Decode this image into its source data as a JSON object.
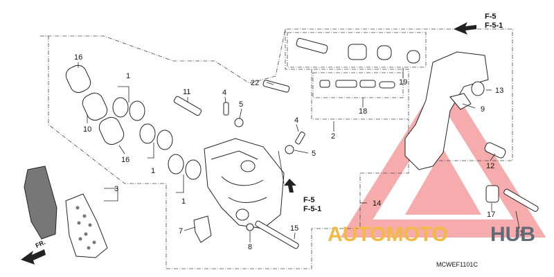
{
  "diagram": {
    "code": "MCWEF1101C",
    "direction_label": "FR.",
    "ref_top": [
      "F-5",
      "F-5-1"
    ],
    "ref_mid": [
      "F-5",
      "F-5-1"
    ],
    "labels": [
      {
        "id": "l16a",
        "text": "16"
      },
      {
        "id": "l1a",
        "text": "1"
      },
      {
        "id": "l10",
        "text": "10"
      },
      {
        "id": "l16b",
        "text": "16"
      },
      {
        "id": "l1b",
        "text": "1"
      },
      {
        "id": "l1c",
        "text": "1"
      },
      {
        "id": "l11",
        "text": "11"
      },
      {
        "id": "l4a",
        "text": "4"
      },
      {
        "id": "l5a",
        "text": "5"
      },
      {
        "id": "l4b",
        "text": "4"
      },
      {
        "id": "l5b",
        "text": "5"
      },
      {
        "id": "l22",
        "text": "22"
      },
      {
        "id": "l2",
        "text": "2"
      },
      {
        "id": "l18",
        "text": "18"
      },
      {
        "id": "l19",
        "text": "19"
      },
      {
        "id": "l13",
        "text": "13"
      },
      {
        "id": "l9",
        "text": "9"
      },
      {
        "id": "l12",
        "text": "12"
      },
      {
        "id": "l3",
        "text": "3"
      },
      {
        "id": "l7",
        "text": "7"
      },
      {
        "id": "l8",
        "text": "8"
      },
      {
        "id": "l15",
        "text": "15"
      },
      {
        "id": "l14",
        "text": "14"
      },
      {
        "id": "l17",
        "text": "17"
      },
      {
        "id": "l21",
        "text": "21"
      }
    ]
  },
  "watermark": {
    "part1": "AUTOMOTO",
    "part2": "HUB",
    "colors": {
      "part1": "#f4b942",
      "part2": "#606b78",
      "triangle": "#f06a6a"
    }
  }
}
